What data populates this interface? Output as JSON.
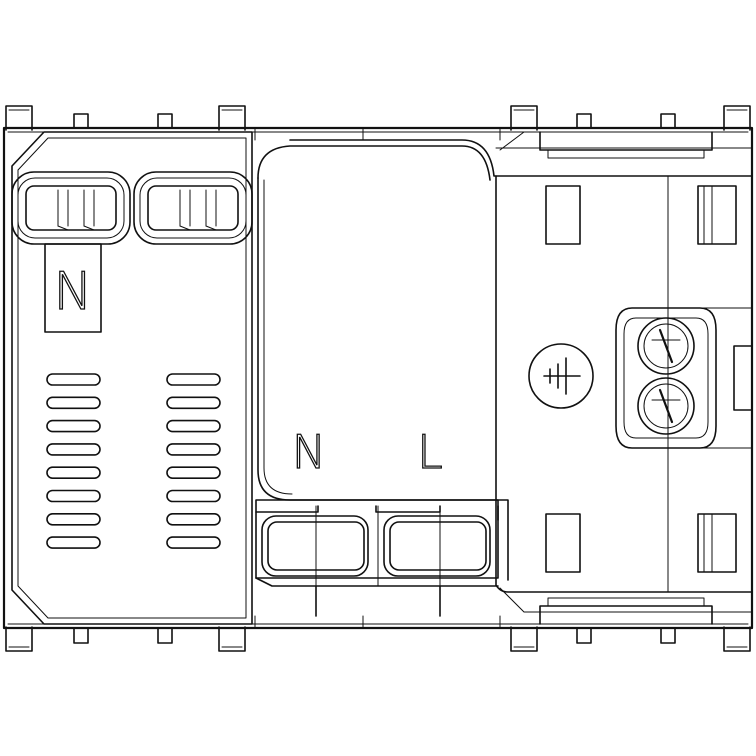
{
  "colors": {
    "line": "#111111",
    "background": "#ffffff"
  },
  "labels": {
    "neutral_top": "N",
    "neutral_terminal": "N",
    "line_terminal": "L"
  },
  "icons": {
    "earth": "earth-ground-icon"
  }
}
